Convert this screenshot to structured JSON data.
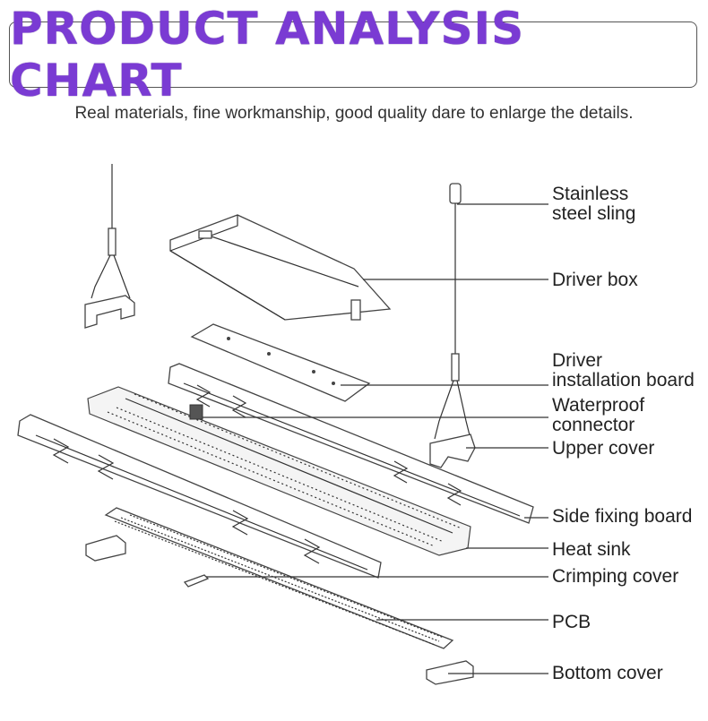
{
  "header": {
    "title": "PRODUCT ANALYSIS CHART",
    "subtitle": "Real materials, fine workmanship, good quality dare to enlarge the details."
  },
  "callouts": [
    {
      "id": "stainless-steel-sling",
      "line1": "Stainless",
      "line2": "steel sling"
    },
    {
      "id": "driver-box",
      "line1": "Driver box",
      "line2": ""
    },
    {
      "id": "driver-installation-board",
      "line1": "Driver",
      "line2": "installation board"
    },
    {
      "id": "waterproof-connector",
      "line1": "Waterproof",
      "line2": "connector"
    },
    {
      "id": "upper-cover",
      "line1": "Upper cover",
      "line2": ""
    },
    {
      "id": "side-fixing-board",
      "line1": "Side fixing board",
      "line2": ""
    },
    {
      "id": "heat-sink",
      "line1": "Heat sink",
      "line2": ""
    },
    {
      "id": "crimping-cover",
      "line1": "Crimping cover",
      "line2": ""
    },
    {
      "id": "pcb",
      "line1": "PCB",
      "line2": ""
    },
    {
      "id": "bottom-cover",
      "line1": "Bottom cover",
      "line2": ""
    }
  ],
  "colors": {
    "title": "#7a3bd3",
    "line_art": "#444444",
    "text": "#222222"
  }
}
